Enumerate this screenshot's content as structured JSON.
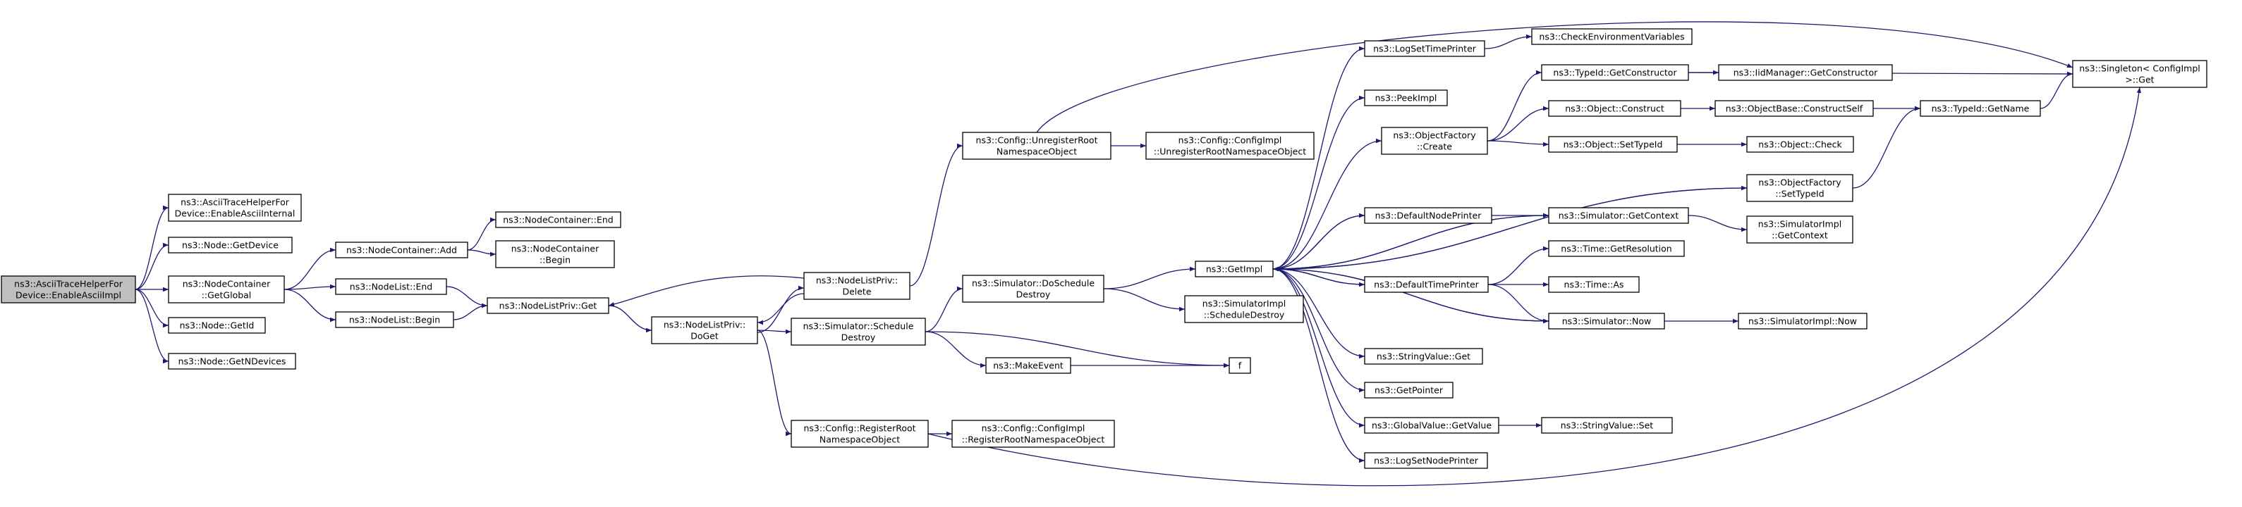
{
  "colors": {
    "edge": "#191970",
    "root_fill": "#bfbfbf",
    "node_fill": "#ffffff",
    "node_border": "#000000",
    "truncated_border": "#ff0000"
  },
  "nodes": [
    {
      "id": "root",
      "lines": [
        "ns3::AsciiTraceHelperFor",
        "Device::EnableAsciiImpl"
      ],
      "root": true
    },
    {
      "id": "enableAsciiInternal",
      "lines": [
        "ns3::AsciiTraceHelperFor",
        "Device::EnableAsciiInternal"
      ]
    },
    {
      "id": "nodeGetDevice",
      "lines": [
        "ns3::Node::GetDevice"
      ]
    },
    {
      "id": "ncGetGlobal",
      "lines": [
        "ns3::NodeContainer",
        "::GetGlobal"
      ]
    },
    {
      "id": "nodeGetId",
      "lines": [
        "ns3::Node::GetId"
      ]
    },
    {
      "id": "nodeGetNDevices",
      "lines": [
        "ns3::Node::GetNDevices"
      ]
    },
    {
      "id": "ncAdd",
      "lines": [
        "ns3::NodeContainer::Add"
      ]
    },
    {
      "id": "nlEnd",
      "lines": [
        "ns3::NodeList::End"
      ]
    },
    {
      "id": "nlBegin",
      "lines": [
        "ns3::NodeList::Begin"
      ]
    },
    {
      "id": "ncEnd",
      "lines": [
        "ns3::NodeContainer::End"
      ]
    },
    {
      "id": "ncBegin",
      "lines": [
        "ns3::NodeContainer",
        "::Begin"
      ]
    },
    {
      "id": "nlpGet",
      "lines": [
        "ns3::NodeListPriv::Get"
      ]
    },
    {
      "id": "nlpDoGet",
      "lines": [
        "ns3::NodeListPriv::",
        "DoGet"
      ]
    },
    {
      "id": "nlpDelete",
      "lines": [
        "ns3::NodeListPriv::",
        "Delete"
      ]
    },
    {
      "id": "simSchedDestroy",
      "lines": [
        "ns3::Simulator::Schedule",
        "Destroy"
      ]
    },
    {
      "id": "cfgRegRoot",
      "lines": [
        "ns3::Config::RegisterRoot",
        "NamespaceObject"
      ]
    },
    {
      "id": "cfgUnregRoot",
      "lines": [
        "ns3::Config::UnregisterRoot",
        "NamespaceObject"
      ]
    },
    {
      "id": "simDoSchedDestroy",
      "lines": [
        "ns3::Simulator::DoSchedule",
        "Destroy"
      ]
    },
    {
      "id": "makeEvent",
      "lines": [
        "ns3::MakeEvent"
      ]
    },
    {
      "id": "cfgImplRegRoot",
      "lines": [
        "ns3::Config::ConfigImpl",
        "::RegisterRootNamespaceObject"
      ]
    },
    {
      "id": "cfgImplUnregRoot",
      "lines": [
        "ns3::Config::ConfigImpl",
        "::UnregisterRootNamespaceObject"
      ]
    },
    {
      "id": "simImplSchedDestroy",
      "lines": [
        "ns3::SimulatorImpl",
        "::ScheduleDestroy"
      ]
    },
    {
      "id": "getImpl",
      "lines": [
        "ns3::GetImpl"
      ]
    },
    {
      "id": "f",
      "lines": [
        "f"
      ]
    },
    {
      "id": "logSetTimePrinter",
      "lines": [
        "ns3::LogSetTimePrinter"
      ]
    },
    {
      "id": "peekImpl",
      "lines": [
        "ns3::PeekImpl"
      ]
    },
    {
      "id": "objFactCreate",
      "lines": [
        "ns3::ObjectFactory",
        "::Create"
      ]
    },
    {
      "id": "defNodePrinter",
      "lines": [
        "ns3::DefaultNodePrinter"
      ]
    },
    {
      "id": "defTimePrinter",
      "lines": [
        "ns3::DefaultTimePrinter"
      ]
    },
    {
      "id": "strValGet",
      "lines": [
        "ns3::StringValue::Get"
      ]
    },
    {
      "id": "getPointer",
      "lines": [
        "ns3::GetPointer"
      ]
    },
    {
      "id": "gvGetValue",
      "lines": [
        "ns3::GlobalValue::GetValue"
      ]
    },
    {
      "id": "logSetNodePrinter",
      "lines": [
        "ns3::LogSetNodePrinter"
      ]
    },
    {
      "id": "checkEnv",
      "lines": [
        "ns3::CheckEnvironmentVariables"
      ],
      "truncated": true
    },
    {
      "id": "typeIdGetCtor",
      "lines": [
        "ns3::TypeId::GetConstructor"
      ]
    },
    {
      "id": "objConstruct",
      "lines": [
        "ns3::Object::Construct"
      ]
    },
    {
      "id": "objSetTypeId",
      "lines": [
        "ns3::Object::SetTypeId"
      ]
    },
    {
      "id": "ofSetTypeId",
      "lines": [
        "ns3::ObjectFactory",
        "::SetTypeId"
      ]
    },
    {
      "id": "simGetContext",
      "lines": [
        "ns3::Simulator::GetContext"
      ]
    },
    {
      "id": "timeGetRes",
      "lines": [
        "ns3::Time::GetResolution"
      ]
    },
    {
      "id": "timeAs",
      "lines": [
        "ns3::Time::As"
      ]
    },
    {
      "id": "simNow",
      "lines": [
        "ns3::Simulator::Now"
      ]
    },
    {
      "id": "strValSet",
      "lines": [
        "ns3::StringValue::Set"
      ]
    },
    {
      "id": "iidGetCtor",
      "lines": [
        "ns3::IidManager::GetConstructor"
      ],
      "truncated": true
    },
    {
      "id": "objBaseConstructSelf",
      "lines": [
        "ns3::ObjectBase::ConstructSelf"
      ],
      "truncated": true
    },
    {
      "id": "objCheck",
      "lines": [
        "ns3::Object::Check"
      ],
      "truncated": true
    },
    {
      "id": "simImplGetContext",
      "lines": [
        "ns3::SimulatorImpl",
        "::GetContext"
      ]
    },
    {
      "id": "simImplNow",
      "lines": [
        "ns3::SimulatorImpl::Now"
      ]
    },
    {
      "id": "typeIdGetName",
      "lines": [
        "ns3::TypeId::GetName"
      ],
      "truncated": true
    },
    {
      "id": "singletonGet",
      "lines": [
        "ns3::Singleton< ConfigImpl",
        " >::Get"
      ]
    }
  ]
}
